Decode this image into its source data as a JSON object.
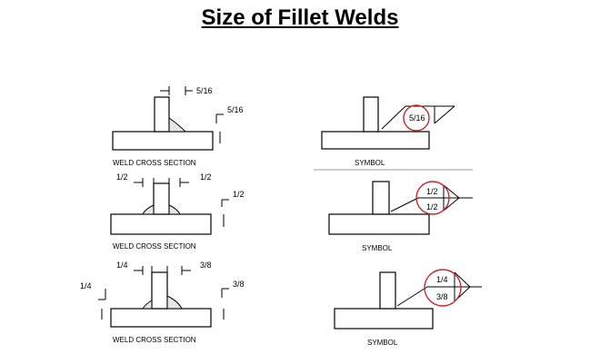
{
  "title": "Size of Fillet Welds",
  "cross_section_caption": "WELD CROSS SECTION",
  "symbol_caption": "SYMBOL",
  "example1": {
    "dim_top": "5/16",
    "dim_side": "5/16",
    "symbol_size": "5/16"
  },
  "example2": {
    "dim_left": "1/2",
    "dim_right": "1/2",
    "dim_side": "1/2",
    "symbol_top": "1/2",
    "symbol_bottom": "1/2"
  },
  "example3": {
    "dim_left": "1/4",
    "dim_right": "3/8",
    "dim_side_left": "1/4",
    "dim_side_right": "3/8",
    "symbol_top": "1/4",
    "symbol_bottom": "3/8"
  },
  "colors": {
    "highlight": "#c8282d",
    "ink": "#000000"
  }
}
